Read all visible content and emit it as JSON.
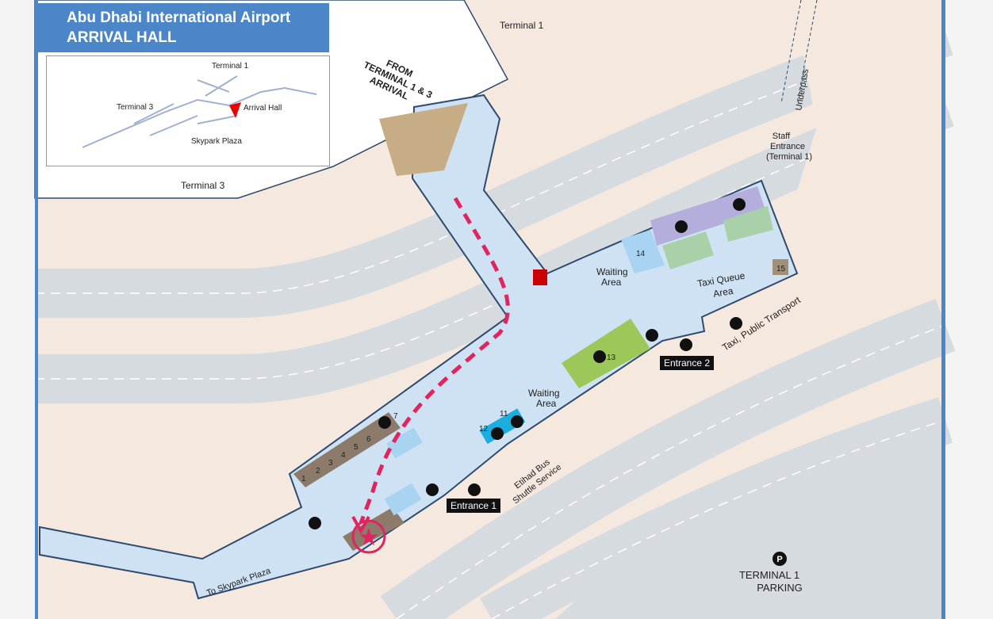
{
  "header": {
    "title_line1": "Abu Dhabi International Airport",
    "title_line2": "ARRIVAL HALL"
  },
  "inset": {
    "terminal1": "Terminal 1",
    "terminal3": "Terminal 3",
    "arrival_hall": "Arrival Hall",
    "skypark_plaza": "Skypark Plaza"
  },
  "labels": {
    "terminal1": "Terminal 1",
    "terminal3": "Terminal 3",
    "from_line1": "FROM",
    "from_line2": "TERMINAL 1 & 3",
    "from_line3": "ARRIVAL",
    "underpass": "Underpass",
    "staff_line1": "Staff",
    "staff_line2": "Entrance",
    "staff_line3": "(Terminal 1)",
    "waiting_area_top_1": "Waiting",
    "waiting_area_top_2": "Area",
    "waiting_area_mid_1": "Waiting",
    "waiting_area_mid_2": "Area",
    "taxi_queue_1": "Taxi Queue",
    "taxi_queue_2": "Area",
    "taxi_public": "Taxi, Public Transport",
    "etihad_1": "Etihad Bus",
    "etihad_2": "Shuttle Service",
    "to_skypark": "To Skypark Plaza",
    "parking_1": "TERMINAL 1",
    "parking_2": "PARKING",
    "parking_icon": "P"
  },
  "entrances": {
    "entrance1": "Entrance 1",
    "entrance2": "Entrance 2"
  },
  "counters": [
    "1",
    "2",
    "3",
    "4",
    "5",
    "6",
    "7"
  ],
  "facilities": {
    "n11": "11",
    "n12": "12",
    "n13": "13",
    "n14": "14",
    "n15": "15"
  },
  "colors": {
    "hall": "#cfe2f4",
    "outline": "#2e4a6e",
    "road": "#d6dbe0",
    "ground": "#f5e8de",
    "route": "#e0245e",
    "accent": "#4a86c8"
  }
}
